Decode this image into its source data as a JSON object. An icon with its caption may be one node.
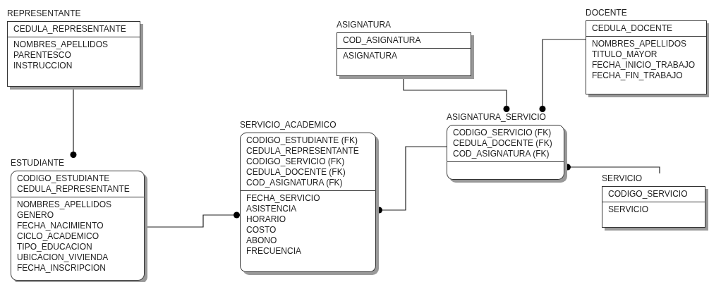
{
  "diagram": {
    "nodes": [
      {
        "text": [
          "REPRESENTANTE"
        ]
      },
      {
        "text": [
          "CEDULA_REPRESENTANTE"
        ],
        "in": 0
      },
      {
        "text": [
          "NOMBRES_APELLIDOS",
          "PARENTESCO",
          "INSTRUCCION"
        ],
        "in": 0
      },
      {
        "text": [
          "ASIGNATURA"
        ]
      },
      {
        "text": [
          "COD_ASIGNATURA"
        ],
        "in": 3
      },
      {
        "text": [
          "ASIGNATURA"
        ],
        "in": 3
      },
      {
        "text": [
          "DOCENTE"
        ]
      },
      {
        "text": [
          "CEDULA_DOCENTE"
        ],
        "in": 6
      },
      {
        "text": [
          "NOMBRES_APELLIDOS",
          "TITULO_MAYOR",
          "FECHA_INICIO_TRABAJO",
          "FECHA_FIN_TRABAJO"
        ],
        "in": 6
      },
      {
        "text": [
          "ASIGNATURA_SERVICIO"
        ]
      },
      {
        "text": [
          "CODIGO_SERVICIO (FK)",
          "CEDULA_DOCENTE (FK)",
          "COD_ASIGNATURA (FK)"
        ],
        "in": 9
      },
      {
        "text": [],
        "shape": "box",
        "in": 9
      },
      {
        "text": [
          "SERVICIO_ACADEMICO"
        ]
      },
      {
        "text": [
          "CODIGO_ESTUDIANTE (FK)",
          "CEDULA_REPRESENTANTE",
          "CODIGO_SERVICIO (FK)",
          "CEDULA_DOCENTE (FK)",
          "COD_ASIGNATURA (FK)"
        ],
        "in": 12
      },
      {
        "text": [
          "FECHA_SERVICIO",
          "ASISTENCIA",
          "HORARIO",
          "COSTO",
          "ABONO",
          "FRECUENCIA"
        ],
        "in": 12
      },
      {
        "text": [
          "ESTUDIANTE"
        ]
      },
      {
        "text": [
          "CODIGO_ESTUDIANTE",
          "CEDULA_REPRESENTANTE"
        ],
        "in": 15
      },
      {
        "text": [
          "NOMBRES_APELLIDOS",
          "GENERO",
          "FECHA_NACIMIENTO",
          "CICLO_ACADEMICO",
          "TIPO_EDUCACION",
          "UBICACION_VIVIENDA",
          "FECHA_INSCRIPCION"
        ],
        "in": 15
      },
      {
        "text": [
          "SERVICIO"
        ]
      },
      {
        "text": [
          "CODIGO_SERVICIO"
        ],
        "in": 18
      },
      {
        "text": [
          "SERVICIO"
        ],
        "in": 18
      }
    ],
    "edges": [
      {
        "from": 0,
        "to": 15,
        "arrow": "other"
      },
      {
        "from": 15,
        "to": 12,
        "arrow": "other"
      },
      {
        "from": 9,
        "to": 12,
        "arrow": "other"
      },
      {
        "from": 3,
        "to": 9,
        "arrow": "other"
      },
      {
        "from": 6,
        "to": 9,
        "arrow": "other"
      },
      {
        "from": 18,
        "to": 9,
        "arrow": "other"
      }
    ]
  }
}
